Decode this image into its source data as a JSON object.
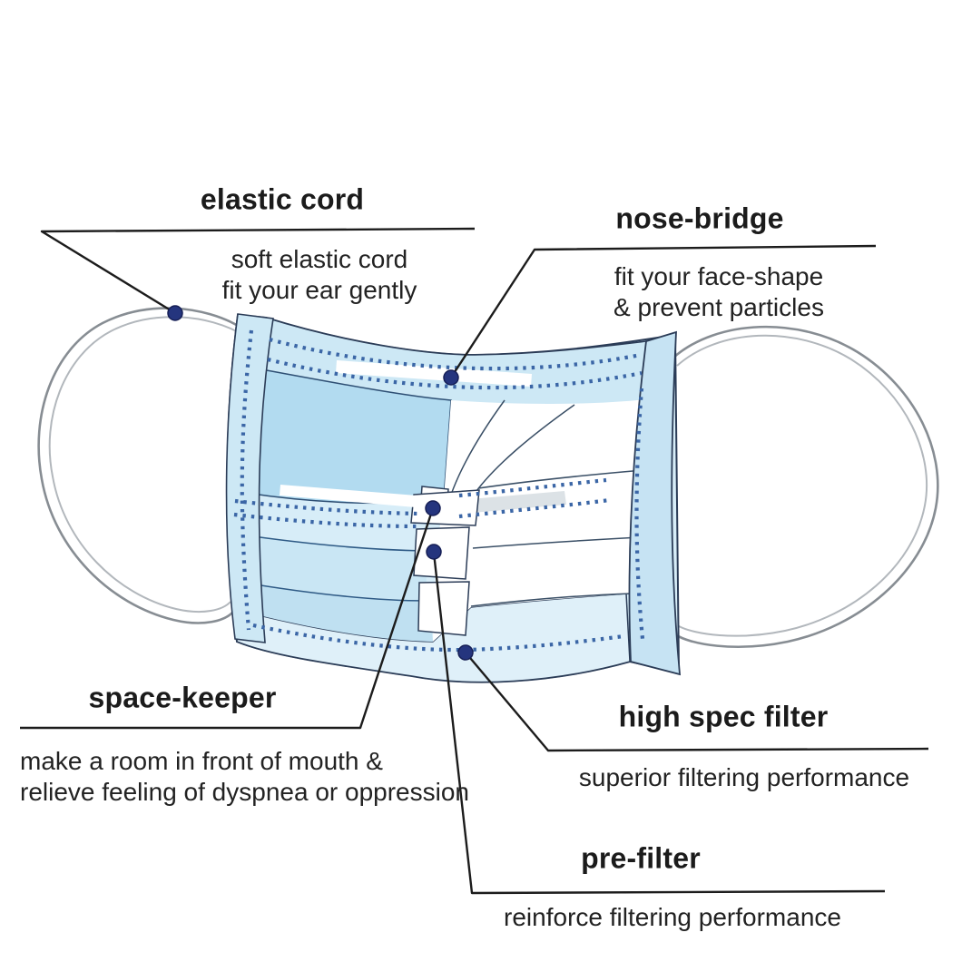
{
  "labels": {
    "elastic_cord": {
      "title": "elastic cord",
      "line1": "soft elastic cord",
      "line2": "fit your ear gently"
    },
    "nose_bridge": {
      "title": "nose-bridge",
      "line1": "fit your face-shape",
      "line2": "& prevent particles"
    },
    "space_keeper": {
      "title": "space-keeper",
      "line1": "make a room in front of mouth &",
      "line2": "relieve feeling of dyspnea or oppression"
    },
    "high_spec_filter": {
      "title": "high spec filter",
      "line1": "superior filtering performance"
    },
    "pre_filter": {
      "title": "pre-filter",
      "line1": "reinforce filtering performance"
    }
  },
  "colors": {
    "text": "#1b1b1b",
    "leader": "#1c1c1c",
    "outline": "#2b3c57",
    "stitch": "#3b66a6",
    "marker": "#25357e",
    "mask_light": "#d7edf8",
    "mask_band": "#cde8f5",
    "mask_panel": "#b2dbf0",
    "mask_bottom": "#dff0f9"
  }
}
